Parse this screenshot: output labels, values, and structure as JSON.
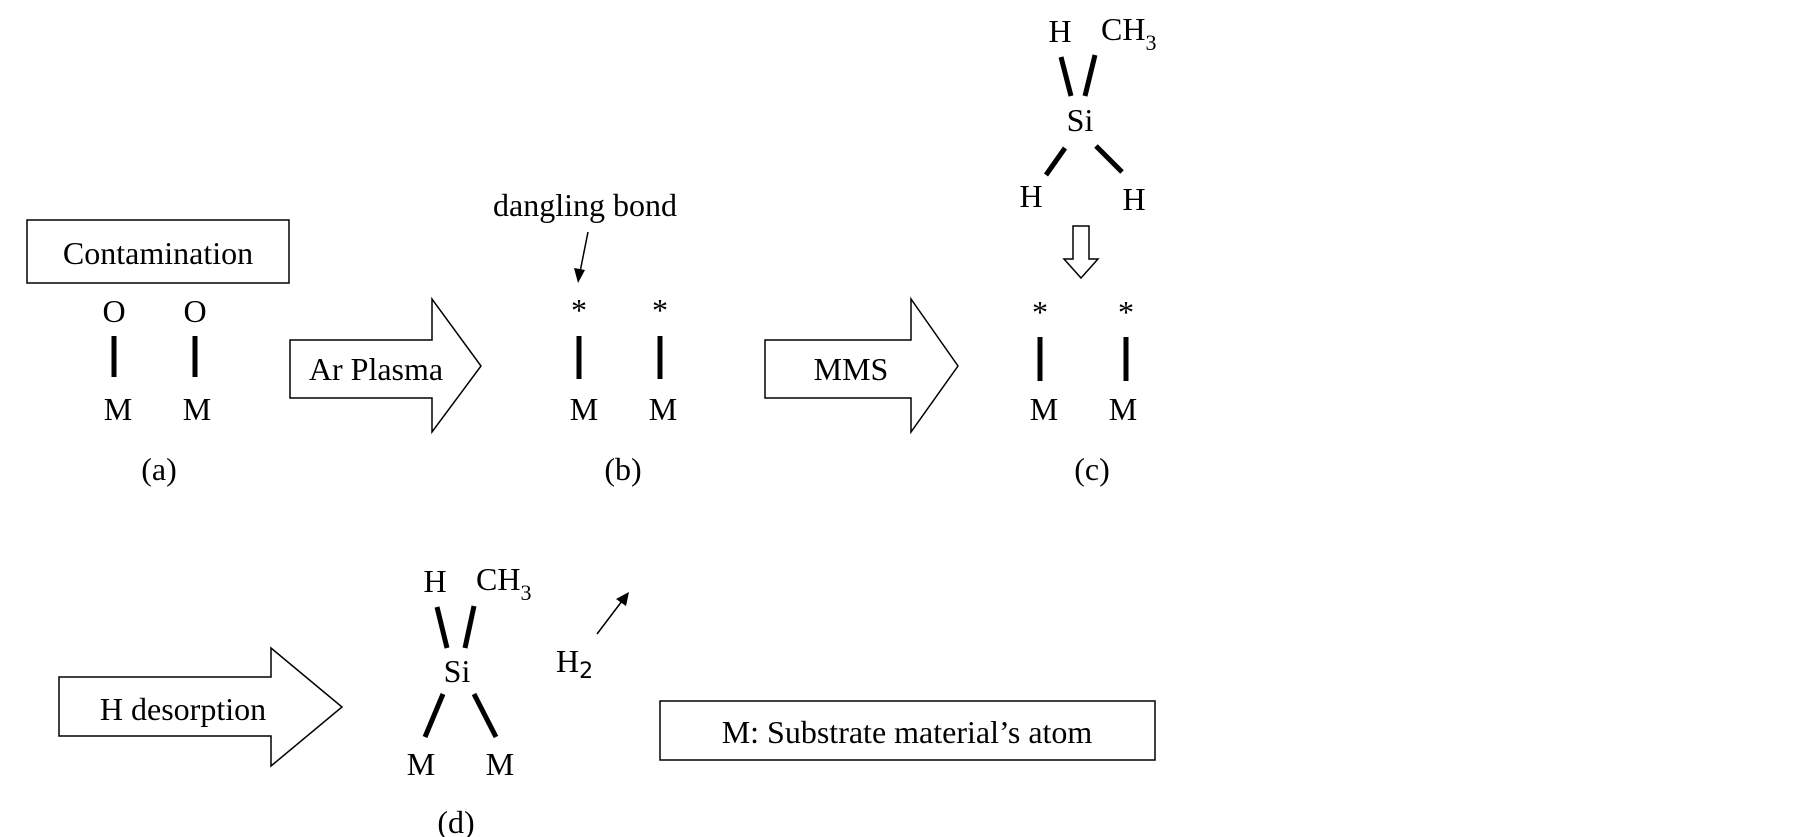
{
  "labels": {
    "contamination": "Contamination",
    "ar_plasma": "Ar Plasma",
    "mms": "MMS",
    "h_desorption": "H desorption",
    "dangling_bond": "dangling bond",
    "legend": "M: Substrate material’s atom"
  },
  "atoms": {
    "M": "M",
    "O": "O",
    "H": "H",
    "Si": "Si",
    "CH": "CH",
    "three": "3",
    "two": "2",
    "star": "*"
  },
  "panels": {
    "a": "(a)",
    "b": "(b)",
    "c": "(c)",
    "d": "(d)"
  }
}
